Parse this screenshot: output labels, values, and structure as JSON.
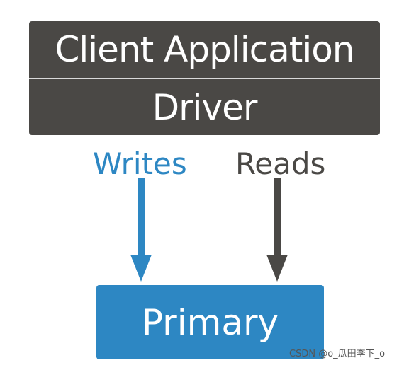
{
  "client": {
    "title": "Client Application",
    "driver": "Driver"
  },
  "flows": {
    "writes": "Writes",
    "reads": "Reads"
  },
  "primary": {
    "label": "Primary"
  },
  "watermark": "CSDN @o_瓜田李下_o",
  "colors": {
    "client_box": "#4a4845",
    "writes": "#2d87c3",
    "reads": "#4a4845",
    "primary_box": "#2d87c3"
  }
}
